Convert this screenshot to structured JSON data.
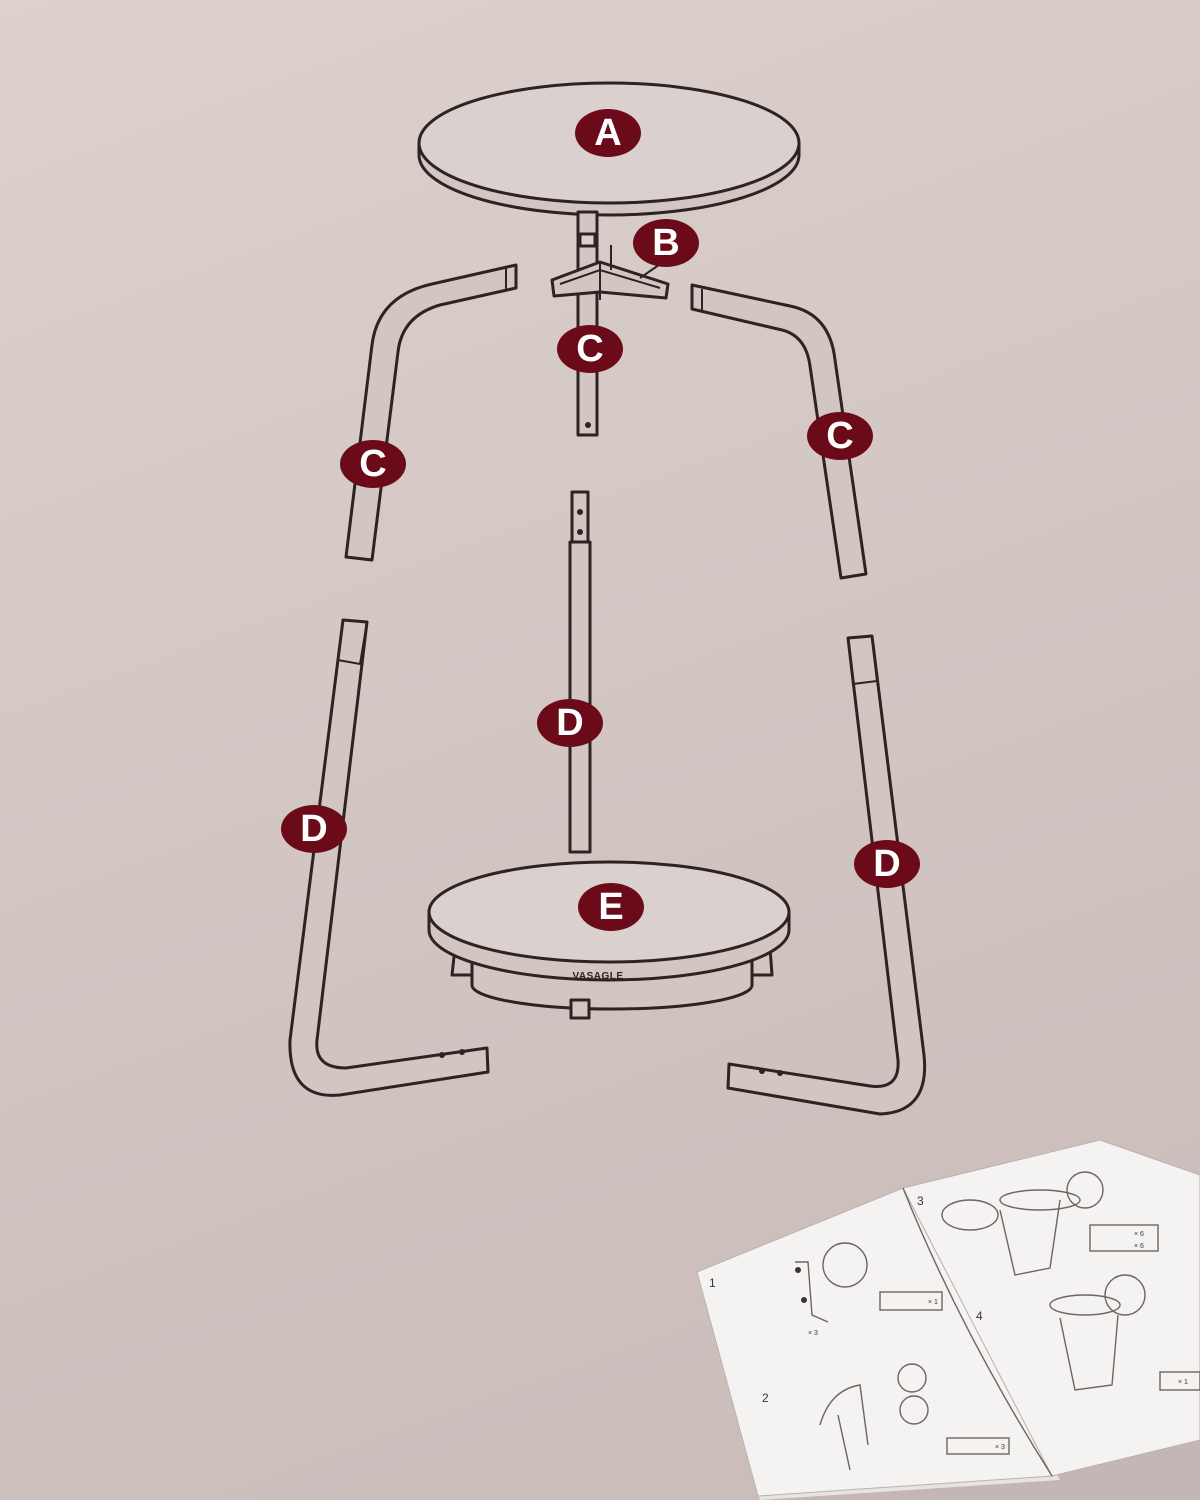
{
  "labels": {
    "tabletop": "A",
    "bracket": "B",
    "center_upper_rod": "C",
    "upper_left_leg": "C",
    "upper_right_leg": "C",
    "center_lower_rod": "D",
    "lower_left_leg": "D",
    "lower_right_leg": "D",
    "base": "E"
  },
  "brand": "VASAGLE",
  "manual": {
    "steps": [
      "1",
      "2",
      "3",
      "4"
    ],
    "quantities": [
      "× 3",
      "× 1",
      "× 6",
      "× 6",
      "× 3",
      "× 1"
    ]
  },
  "colors": {
    "background": "#d3c6c3",
    "badge": "#6b0b19",
    "line": "#2c2322"
  }
}
